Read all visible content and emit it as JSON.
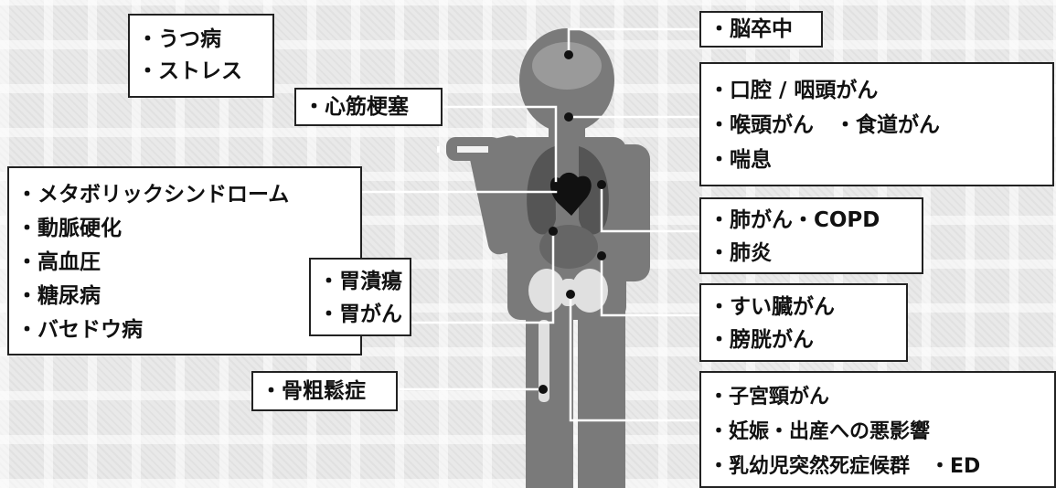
{
  "labels": {
    "depression": [
      "・うつ病",
      "・ストレス"
    ],
    "stroke": [
      "・脳卒中"
    ],
    "head_neck": [
      "・口腔 / 咽頭がん",
      "・喉頭がん　・食道がん",
      "・喘息"
    ],
    "heart": [
      "・心筋梗塞"
    ],
    "metabolic": [
      "・メタボリックシンドローム",
      "・動脈硬化",
      "・高血圧",
      "・糖尿病",
      "・バセドウ病"
    ],
    "lung": [
      "・肺がん・COPD",
      "・肺炎"
    ],
    "stomach": [
      "・胃潰瘍",
      "・胃がん"
    ],
    "pancreas": [
      "・すい臓がん",
      "・膀胱がん"
    ],
    "bone": [
      "・骨粗鬆症"
    ],
    "reproductive": [
      "・子宮頸がん",
      "・妊娠・出産への悪影響",
      "・乳幼児突然死症候群　・ED"
    ]
  },
  "colors": {
    "body_silhouette": "#7a7a7a",
    "head_inner": "#9a9a9a",
    "organs": "#555555",
    "heart": "#111111",
    "bones": "#e0e0e0",
    "leader_line": "#ffffff",
    "box_border": "#222222"
  },
  "icons": {
    "cigarette": "cigarette-icon"
  }
}
